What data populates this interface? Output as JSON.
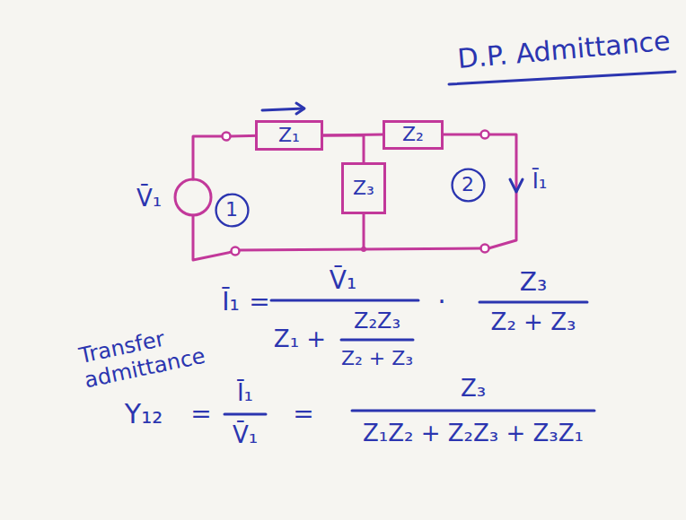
{
  "diagram": {
    "title": "D.P. Admittance",
    "nodes": [
      {
        "text": [
          "Z₁"
        ]
      },
      {
        "text": [
          "Z₂"
        ]
      },
      {
        "text": [
          "Z₃"
        ]
      },
      {
        "text": [
          "1"
        ]
      },
      {
        "text": [
          "2"
        ]
      }
    ],
    "edges": [
      {
        "from": 0,
        "to": 1,
        "arrow": "none"
      },
      {
        "from": 0,
        "to": 2,
        "arrow": "none"
      }
    ],
    "labels": [
      "V̄₁",
      "Ī₁",
      "Transfer admittance",
      "Ī₁",
      "=",
      "V̄₁",
      "Z₁ +",
      "Z₂Z₃",
      "Z₂ + Z₃",
      "·",
      "Z₃",
      "Z₂ + Z₃",
      "Y₁₂",
      "=",
      "Ī₁",
      "V̄₁",
      "=",
      "Z₃",
      "Z₁Z₂ + Z₂Z₃ + Z₃Z₁"
    ]
  }
}
